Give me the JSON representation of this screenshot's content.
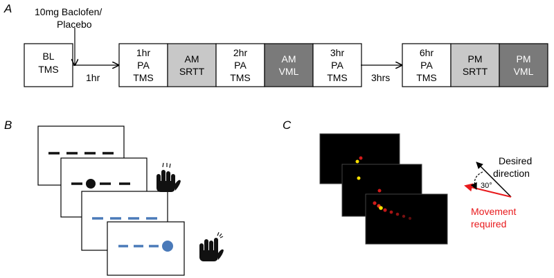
{
  "panels": {
    "a": "A",
    "b": "B",
    "c": "C"
  },
  "panel_a": {
    "drug_line1": "10mg Baclofen/",
    "drug_line2": "Placebo",
    "bl_box": {
      "line1": "BL",
      "line2": "TMS"
    },
    "gap1_label": "1hr",
    "gap2_label": "3hrs",
    "group1": [
      {
        "line1": "1hr",
        "line2": "PA",
        "line3": "TMS",
        "fill": "#ffffff",
        "text_color": "#000000"
      },
      {
        "line1": "AM",
        "line2": "SRTT",
        "line3": "",
        "fill": "#c8c8c8",
        "text_color": "#000000"
      },
      {
        "line1": "2hr",
        "line2": "PA",
        "line3": "TMS",
        "fill": "#ffffff",
        "text_color": "#000000"
      },
      {
        "line1": "AM",
        "line2": "VML",
        "line3": "",
        "fill": "#7a7a7a",
        "text_color": "#ffffff"
      },
      {
        "line1": "3hr",
        "line2": "PA",
        "line3": "TMS",
        "fill": "#ffffff",
        "text_color": "#000000"
      }
    ],
    "group2": [
      {
        "line1": "6hr",
        "line2": "PA",
        "line3": "TMS",
        "fill": "#ffffff",
        "text_color": "#000000"
      },
      {
        "line1": "PM",
        "line2": "SRTT",
        "line3": "",
        "fill": "#c8c8c8",
        "text_color": "#000000"
      },
      {
        "line1": "PM",
        "line2": "VML",
        "line3": "",
        "fill": "#7a7a7a",
        "text_color": "#ffffff"
      }
    ]
  },
  "panel_b": {
    "black_dash_color": "#111111",
    "blue_dash_color": "#4a7ab9",
    "target_blue": "#4a7ab9"
  },
  "panel_c": {
    "desired_line1": "Desired",
    "desired_line2": "direction",
    "angle_label": "30°",
    "required_line1": "Movement",
    "required_line2": "required",
    "required_color": "#e8191c"
  }
}
